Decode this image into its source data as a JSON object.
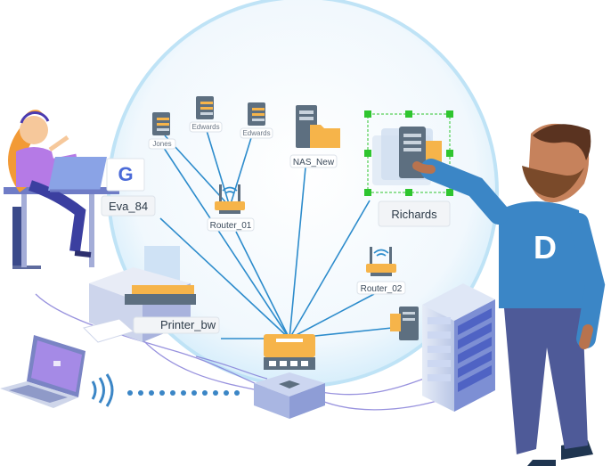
{
  "labels": {
    "jones": "Jones",
    "edwards_1": "Edwards",
    "edwards_2": "Edwards",
    "nas": "NAS_New",
    "router_01": "Router_01",
    "router_02": "Router_02",
    "richards": "Richards",
    "eva": "Eva_84",
    "printer": "Printer_bw"
  },
  "logo_letter": "G",
  "shirt_letter": "D",
  "colors": {
    "bubble": "#e9f4fb",
    "bubble_edge": "#bfe3f6",
    "line": "#2d8ccc",
    "accent_orange": "#f6b44a",
    "accent_green": "#2fc52f",
    "device_gray": "#5d6f80",
    "shirt_blue": "#3b86c6"
  }
}
